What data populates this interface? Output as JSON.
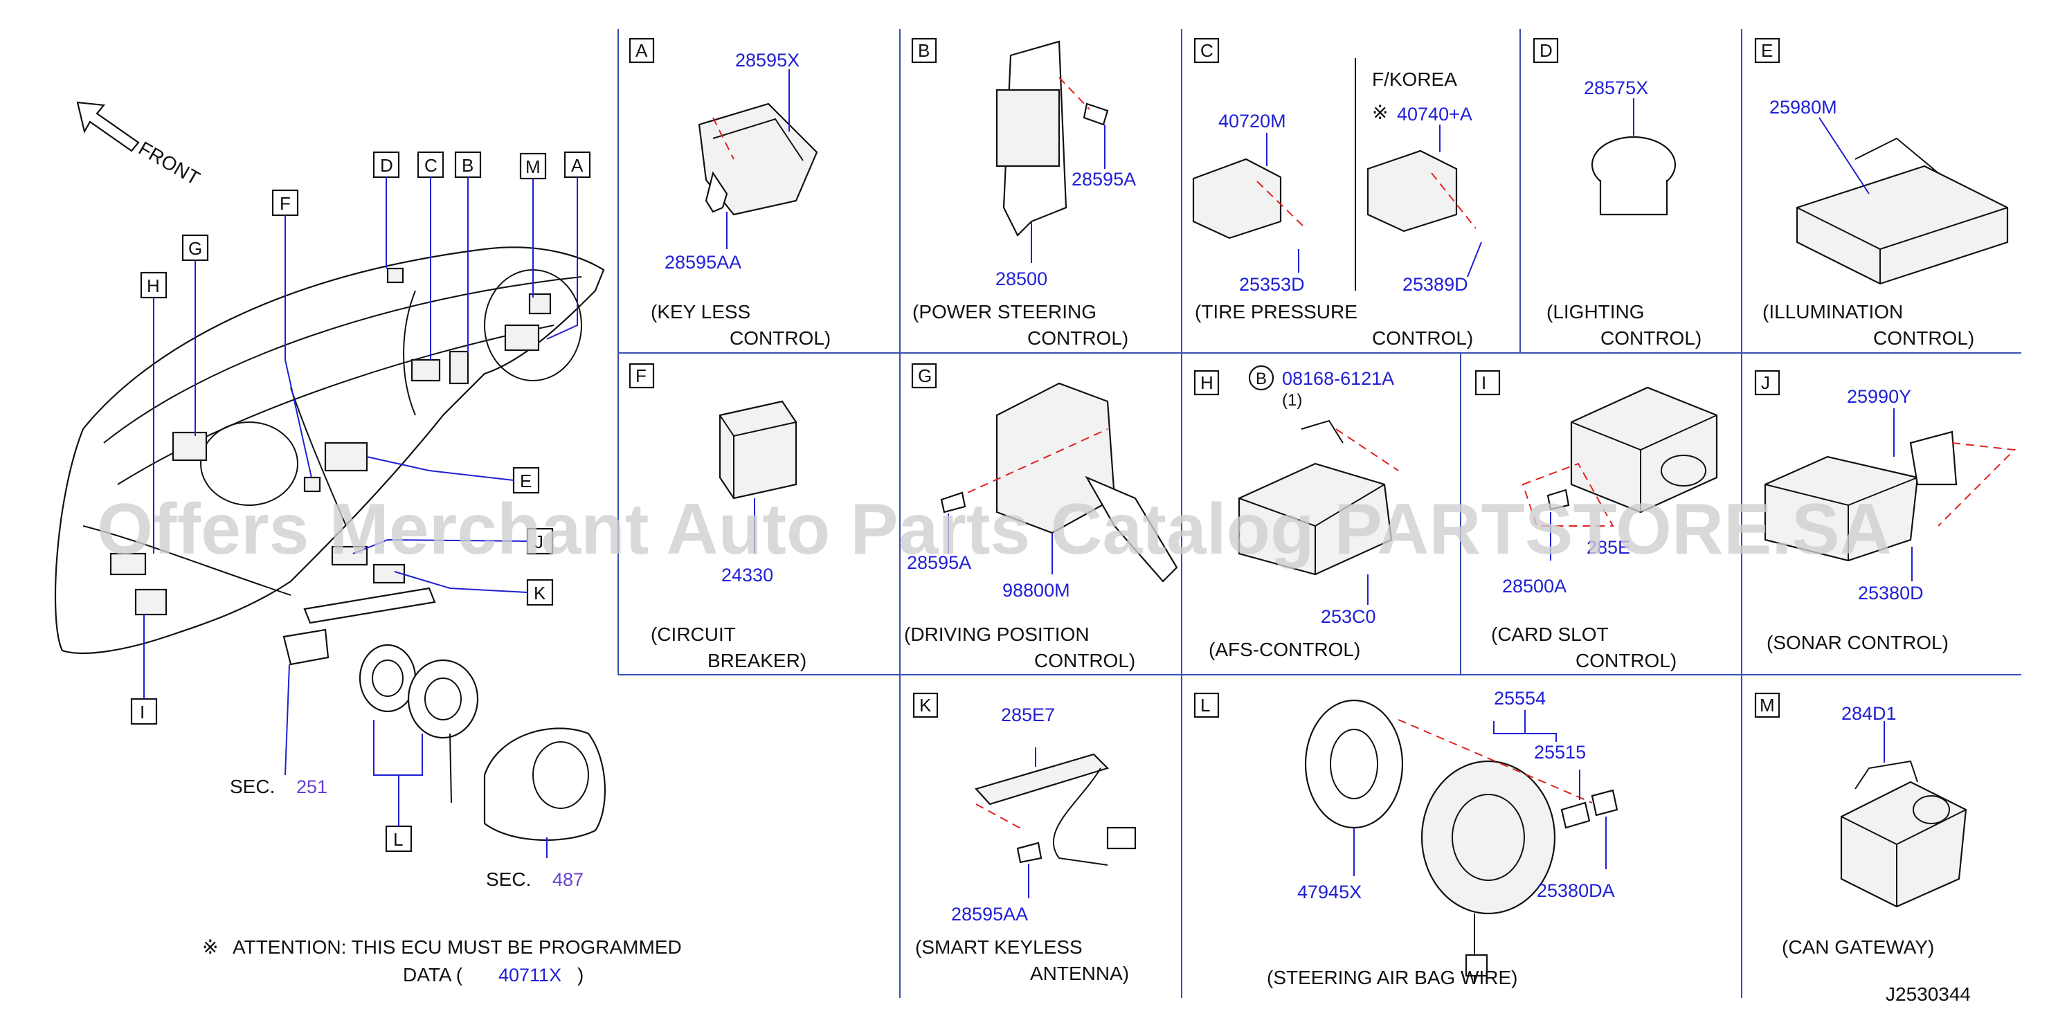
{
  "overview": {
    "front_label": "FRONT",
    "callouts": [
      "D",
      "C",
      "B",
      "M",
      "A",
      "F",
      "G",
      "H",
      "E",
      "J",
      "K",
      "I",
      "L"
    ],
    "sec_label": "SEC.",
    "sec_251": "251",
    "sec_487": "487"
  },
  "attention": {
    "symbol": "※",
    "line1": "ATTENTION:   THIS   ECU   MUST   BE   PROGRAMMED",
    "line2_prefix": "DATA  (",
    "part": "40711X",
    "line2_suffix": ")"
  },
  "panels": {
    "A": {
      "letter": "A",
      "parts": [
        "28595X",
        "28595AA"
      ],
      "caption1": "(KEY    LESS",
      "caption2": "CONTROL)"
    },
    "B": {
      "letter": "B",
      "parts": [
        "28595A",
        "28500"
      ],
      "caption1": "(POWER    STEERING",
      "caption2": "CONTROL)"
    },
    "C": {
      "letter": "C",
      "region": "F/KOREA",
      "mark": "※",
      "parts": [
        "40720M",
        "40740+A",
        "25353D",
        "25389D"
      ],
      "caption1": "(TIRE    PRESSURE",
      "caption2": "CONTROL)"
    },
    "D": {
      "letter": "D",
      "parts": [
        "28575X"
      ],
      "caption1": "(LIGHTING",
      "caption2": "CONTROL)"
    },
    "E": {
      "letter": "E",
      "parts": [
        "25980M"
      ],
      "caption1": "(ILLUMINATION",
      "caption2": "CONTROL)"
    },
    "F": {
      "letter": "F",
      "parts": [
        "24330"
      ],
      "caption1": "(CIRCUIT",
      "caption2": "BREAKER)"
    },
    "G": {
      "letter": "G",
      "parts": [
        "28595A",
        "98800M"
      ],
      "caption1": "(DRIVING    POSITION",
      "caption2": "CONTROL)"
    },
    "H": {
      "letter": "H",
      "bolt_mark": "B",
      "parts": [
        "08168-6121A",
        "253C0"
      ],
      "qty": "(1)",
      "caption1": "(AFS-CONTROL)"
    },
    "I": {
      "letter": "I",
      "parts": [
        "28500A",
        "285E"
      ],
      "caption1": "(CARD    SLOT",
      "caption2": "CONTROL)"
    },
    "J": {
      "letter": "J",
      "parts": [
        "25990Y",
        "25380D"
      ],
      "caption1": "(SONAR    CONTROL)"
    },
    "K": {
      "letter": "K",
      "parts": [
        "285E7",
        "28595AA"
      ],
      "caption1": "(SMART    KEYLESS",
      "caption2": "ANTENNA)"
    },
    "L": {
      "letter": "L",
      "parts": [
        "25554",
        "25515",
        "47945X",
        "25380DA"
      ],
      "caption1": "(STEERING         AIR    BAG    WIRE)"
    },
    "M": {
      "letter": "M",
      "parts": [
        "284D1"
      ],
      "caption1": "(CAN    GATEWAY)"
    }
  },
  "diagram_code": "J2530344",
  "watermark": "Offers Merchant Auto Parts Catalog PARTSTORE.SA"
}
